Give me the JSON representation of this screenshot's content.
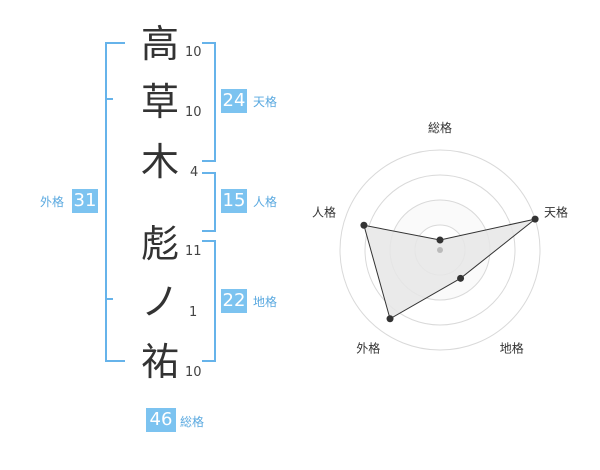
{
  "name": {
    "characters": [
      {
        "char": "高",
        "strokes": "10"
      },
      {
        "char": "草",
        "strokes": "10"
      },
      {
        "char": "木",
        "strokes": "4"
      },
      {
        "char": "彪",
        "strokes": "11"
      },
      {
        "char": "ノ",
        "strokes": "1"
      },
      {
        "char": "祐",
        "strokes": "10"
      }
    ]
  },
  "fortune": {
    "tenkaku": {
      "value": "24",
      "label": "天格"
    },
    "jinkaku": {
      "value": "15",
      "label": "人格"
    },
    "chikaku": {
      "value": "22",
      "label": "地格"
    },
    "gaikaku": {
      "value": "31",
      "label": "外格"
    },
    "soukaku": {
      "value": "46",
      "label": "総格"
    }
  },
  "colors": {
    "accent": "#7cc3f0",
    "bracket": "#66b3ea",
    "label": "#5aa9e0",
    "text": "#333333"
  },
  "chart_data": {
    "type": "radar",
    "axes": [
      "総格",
      "天格",
      "地格",
      "外格",
      "人格"
    ],
    "values": [
      0.1,
      1.0,
      0.35,
      0.85,
      0.8
    ],
    "range": [
      0,
      1
    ],
    "rings": 4
  }
}
